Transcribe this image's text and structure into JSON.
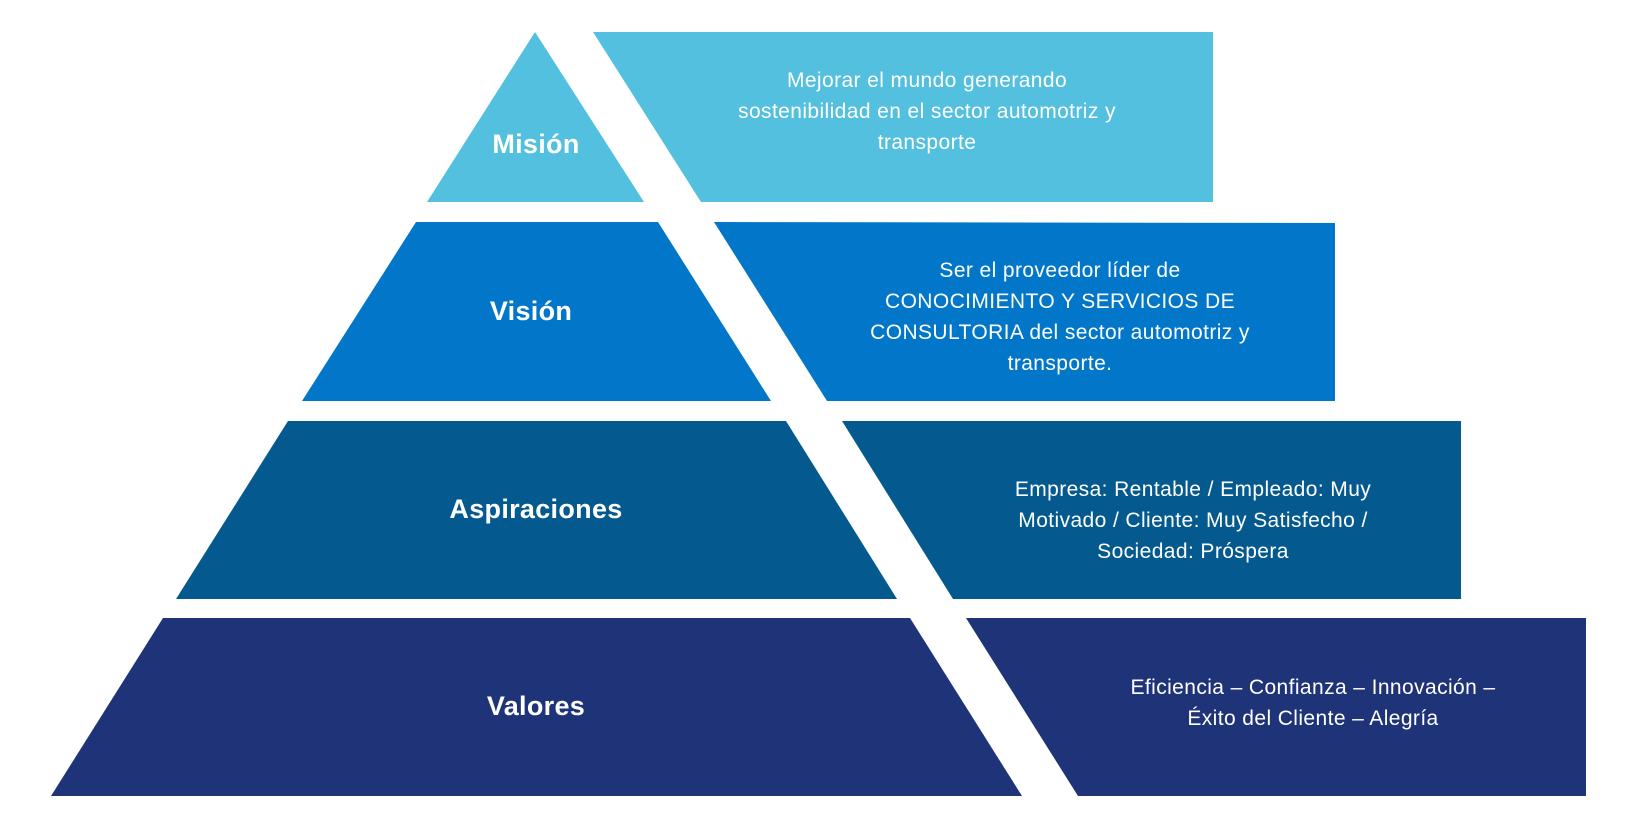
{
  "colors": {
    "mision": "#52C0DE",
    "vision": "#0277C9",
    "aspiraciones": "#045A8F",
    "valores": "#1F3378",
    "text": "#FFFFFF",
    "background": "#FFFFFF"
  },
  "tiers": [
    {
      "id": "mision",
      "title": "Misión",
      "description": "Mejorar el mundo generando\nsostenibilidad en el sector automotriz y\ntransporte"
    },
    {
      "id": "vision",
      "title": "Visión",
      "description": "Ser el proveedor líder de\nCONOCIMIENTO Y SERVICIOS DE\nCONSULTORIA del sector automotriz y\ntransporte."
    },
    {
      "id": "aspiraciones",
      "title": "Aspiraciones",
      "description": "Empresa: Rentable / Empleado: Muy\nMotivado / Cliente: Muy Satisfecho /\nSociedad: Próspera"
    },
    {
      "id": "valores",
      "title": "Valores",
      "description": "Eficiencia – Confianza – Innovación –\nÉxito del Cliente – Alegría"
    }
  ]
}
